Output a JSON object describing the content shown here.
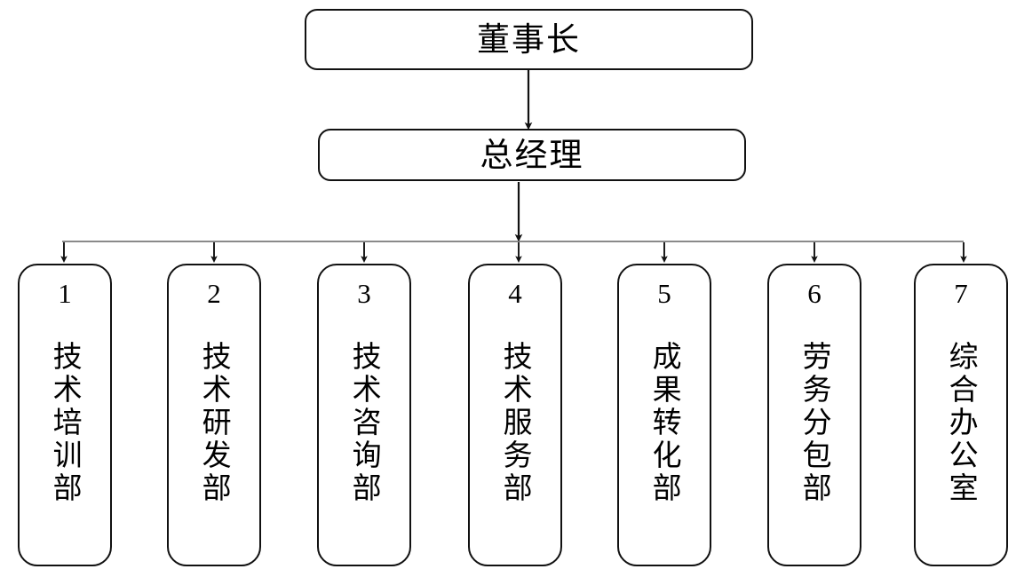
{
  "diagram": {
    "type": "organizational-chart",
    "orientation": "top-down",
    "background_color": "#ffffff",
    "line_color": "#111111",
    "text_color": "#000000"
  },
  "hierarchy": {
    "level_1": {
      "label": "董事长",
      "role": "chairman"
    },
    "level_2": {
      "label": "总经理",
      "role": "general-manager"
    },
    "level_3": {
      "count": 7,
      "departments": [
        {
          "index": "1",
          "label": "技术培训部"
        },
        {
          "index": "2",
          "label": "技术研发部"
        },
        {
          "index": "3",
          "label": "技术咨询部"
        },
        {
          "index": "4",
          "label": "技术服务部"
        },
        {
          "index": "5",
          "label": "成果转化部"
        },
        {
          "index": "6",
          "label": "劳务分包部"
        },
        {
          "index": "7",
          "label": "综合办公室"
        }
      ]
    }
  }
}
